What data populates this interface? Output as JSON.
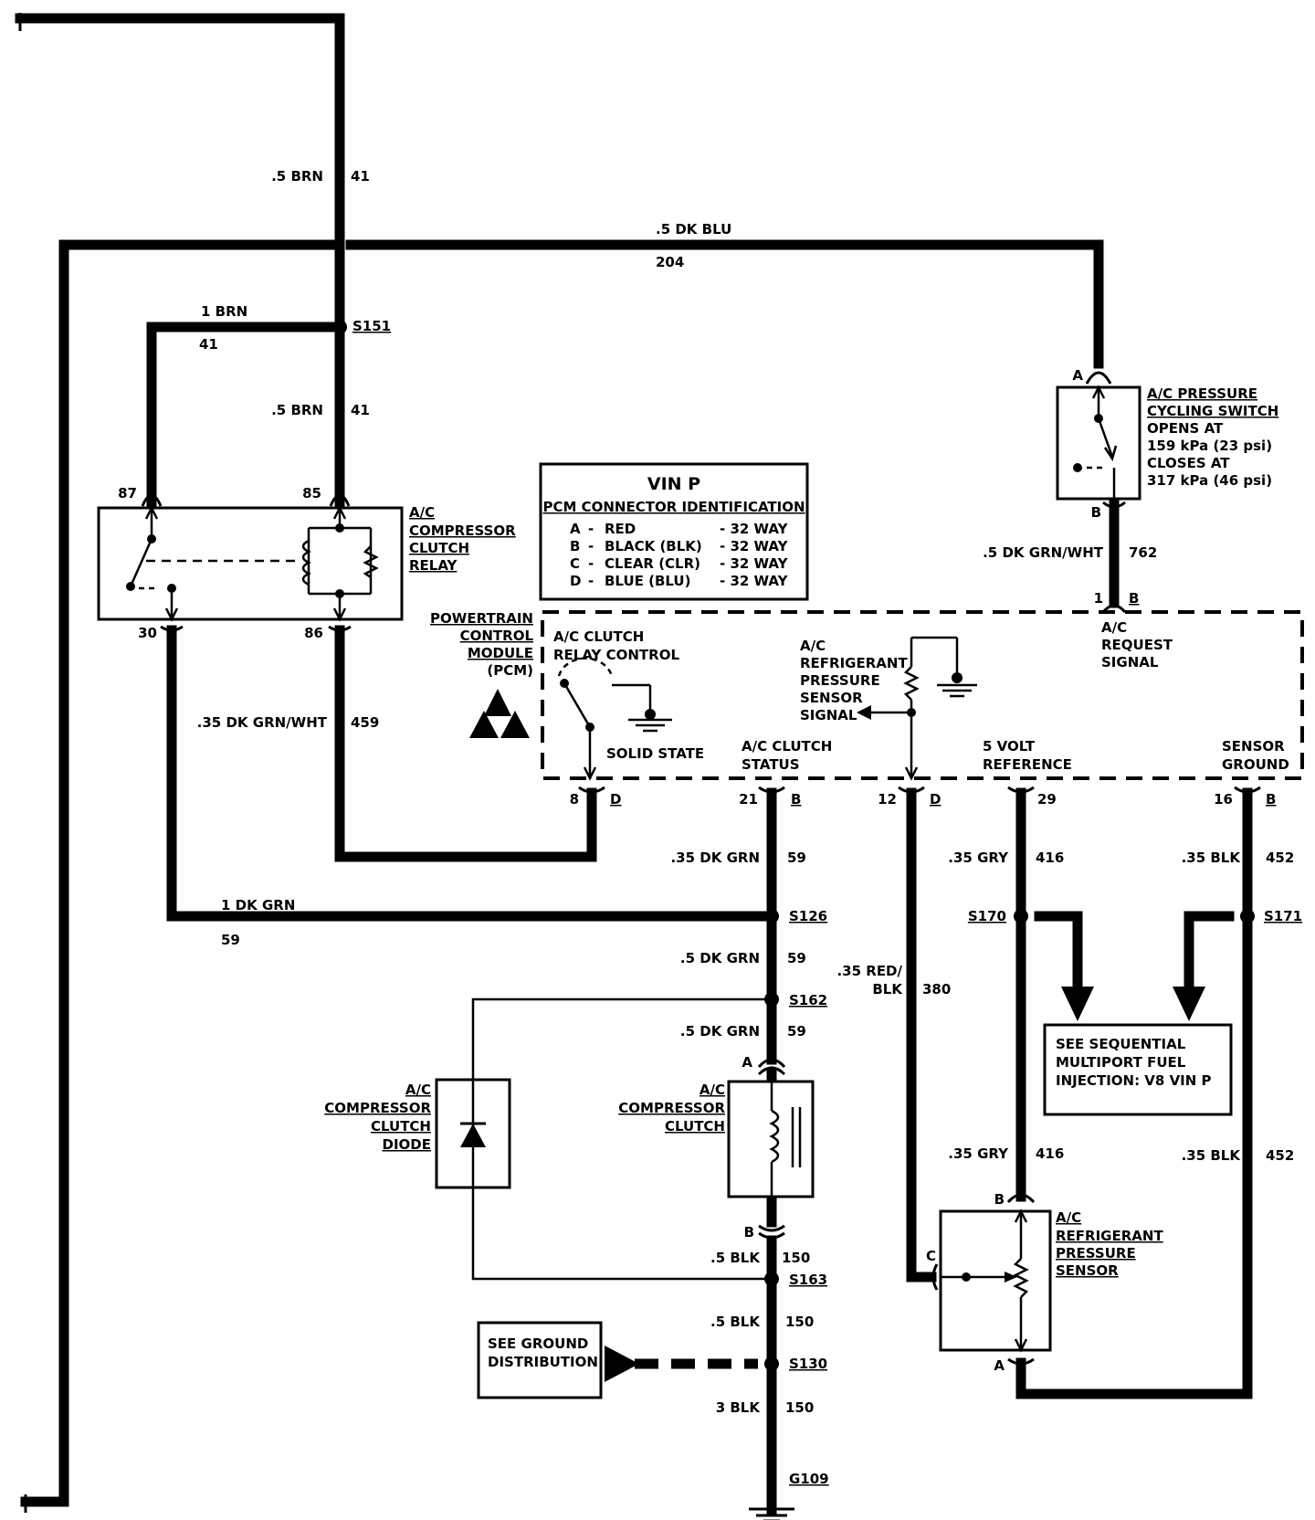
{
  "wires": {
    "brn_top": {
      "gauge": ".5 BRN",
      "circuit": "41"
    },
    "dk_blu": {
      "gauge": ".5 DK BLU",
      "circuit": "204"
    },
    "brn_1": {
      "gauge": "1 BRN",
      "circuit": "41"
    },
    "brn_mid": {
      "gauge": ".5 BRN",
      "circuit": "41"
    },
    "dk_grn_wht_459": {
      "gauge": ".35 DK GRN/WHT",
      "circuit": "459"
    },
    "dk_grn_wht_762": {
      "gauge": ".5 DK GRN/WHT",
      "circuit": "762"
    },
    "dk_grn_59_a": {
      "gauge": ".35 DK GRN",
      "circuit": "59"
    },
    "dk_grn_1": {
      "gauge": "1 DK GRN",
      "circuit": "59"
    },
    "dk_grn_59_b": {
      "gauge": ".5 DK GRN",
      "circuit": "59"
    },
    "dk_grn_59_c": {
      "gauge": ".5 DK GRN",
      "circuit": "59"
    },
    "red_blk": {
      "gauge_line1": ".35 RED/",
      "gauge_line2": "BLK",
      "circuit": "380"
    },
    "gry_top": {
      "gauge": ".35 GRY",
      "circuit": "416"
    },
    "gry_bottom": {
      "gauge": ".35 GRY",
      "circuit": "416"
    },
    "blk_top": {
      "gauge": ".35 BLK",
      "circuit": "452"
    },
    "blk_bottom": {
      "gauge": ".35 BLK",
      "circuit": "452"
    },
    "blk_150_a": {
      "gauge": ".5 BLK",
      "circuit": "150"
    },
    "blk_150_b": {
      "gauge": ".5 BLK",
      "circuit": "150"
    },
    "blk_150_c": {
      "gauge": "3 BLK",
      "circuit": "150"
    }
  },
  "splices": {
    "s151": "S151",
    "s126": "S126",
    "s162": "S162",
    "s163": "S163",
    "s130": "S130",
    "s170": "S170",
    "s171": "S171",
    "g109": "G109"
  },
  "relay": {
    "title": [
      "A/C",
      "COMPRESSOR",
      "CLUTCH",
      "RELAY"
    ],
    "pins": {
      "p87": "87",
      "p85": "85",
      "p30": "30",
      "p86": "86"
    }
  },
  "cycling_switch": {
    "title": [
      "A/C PRESSURE",
      "CYCLING SWITCH"
    ],
    "spec": [
      "OPENS AT",
      "159 kPa (23 psi)",
      "CLOSES AT",
      "317 kPa (46 psi)"
    ],
    "pins": {
      "a": "A",
      "b": "B"
    }
  },
  "vin_box": {
    "title": "VIN P",
    "subtitle": "PCM CONNECTOR IDENTIFICATION",
    "rows": [
      {
        "letter": "A",
        "dash": "-",
        "color": "RED",
        "ways": "- 32 WAY"
      },
      {
        "letter": "B",
        "dash": "-",
        "color": "BLACK (BLK)",
        "ways": "- 32 WAY"
      },
      {
        "letter": "C",
        "dash": "-",
        "color": "CLEAR (CLR)",
        "ways": "- 32 WAY"
      },
      {
        "letter": "D",
        "dash": "-",
        "color": "BLUE (BLU)",
        "ways": "- 32 WAY"
      }
    ]
  },
  "pcm": {
    "title": [
      "POWERTRAIN",
      "CONTROL",
      "MODULE",
      "(PCM)"
    ],
    "relay_control": [
      "A/C CLUTCH",
      "RELAY CONTROL"
    ],
    "solid_state": "SOLID STATE",
    "refrigerant_signal": [
      "A/C",
      "REFRIGERANT",
      "PRESSURE",
      "SENSOR",
      "SIGNAL"
    ],
    "request_signal": [
      "A/C",
      "REQUEST",
      "SIGNAL"
    ],
    "clutch_status": [
      "A/C CLUTCH",
      "STATUS"
    ],
    "five_volt": [
      "5 VOLT",
      "REFERENCE"
    ],
    "sensor_ground": [
      "SENSOR",
      "GROUND"
    ],
    "pins": [
      {
        "num": "8",
        "conn": "D"
      },
      {
        "num": "21",
        "conn": "B"
      },
      {
        "num": "12",
        "conn": "D"
      },
      {
        "num": "29",
        "conn": ""
      },
      {
        "num": "16",
        "conn": "B"
      },
      {
        "num": "1",
        "conn": "B"
      }
    ]
  },
  "sequential_box": [
    "SEE SEQUENTIAL",
    "MULTIPORT FUEL",
    "INJECTION:  V8  VIN P"
  ],
  "ground_box": [
    "SEE GROUND",
    "DISTRIBUTION"
  ],
  "diode": {
    "title": [
      "A/C",
      "COMPRESSOR",
      "CLUTCH",
      "DIODE"
    ]
  },
  "clutch": {
    "title": [
      "A/C",
      "COMPRESSOR",
      "CLUTCH"
    ],
    "pins": {
      "a": "A",
      "b": "B"
    }
  },
  "sensor": {
    "title": [
      "A/C",
      "REFRIGERANT",
      "PRESSURE",
      "SENSOR"
    ],
    "pins": {
      "a": "A",
      "b": "B",
      "c": "C"
    }
  }
}
